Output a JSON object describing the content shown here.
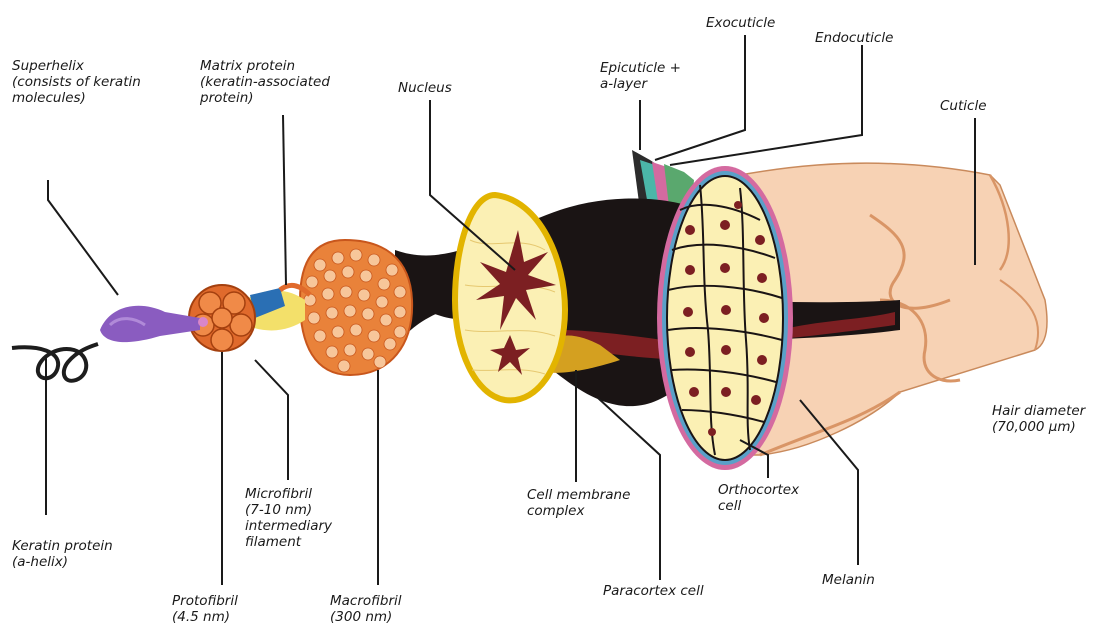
{
  "labels": {
    "superhelix": "Superhelix\n(consists of keratin\nmolecules)",
    "matrix_protein": "Matrix protein\n(keratin-associated\nprotein)",
    "nucleus": "Nucleus",
    "epicuticle": "Epicuticle +\na-layer",
    "exocuticle": "Exocuticle",
    "endocuticle": "Endocuticle",
    "cuticle": "Cuticle",
    "hair_diameter": "Hair diameter\n(70,000 µm)",
    "keratin_protein": "Keratin protein\n(a-helix)",
    "protofibril": "Protofibril\n(4.5 nm)",
    "microfibril": "Microfibril\n(7-10 nm)\nintermediary\nfilament",
    "macrofibril": "Macrofibril\n(300 nm)",
    "cell_membrane": "Cell membrane\ncomplex",
    "paracortex": "Paracortex cell",
    "orthocortex": "Orthocortex\ncell",
    "melanin": "Melanin"
  },
  "colors": {
    "cuticle": "#f7d2b4",
    "cuticle_shade": "#dc9a6a",
    "cortex_yellow": "#fbf0b4",
    "cell_interior": "#7c1f22",
    "macrofibril": "#e9823a",
    "protofibril": "#e06a2c",
    "superhelix": "#8a5cc0",
    "keratin_coil": "#1d1d1d",
    "dark_core": "#1a1414"
  }
}
